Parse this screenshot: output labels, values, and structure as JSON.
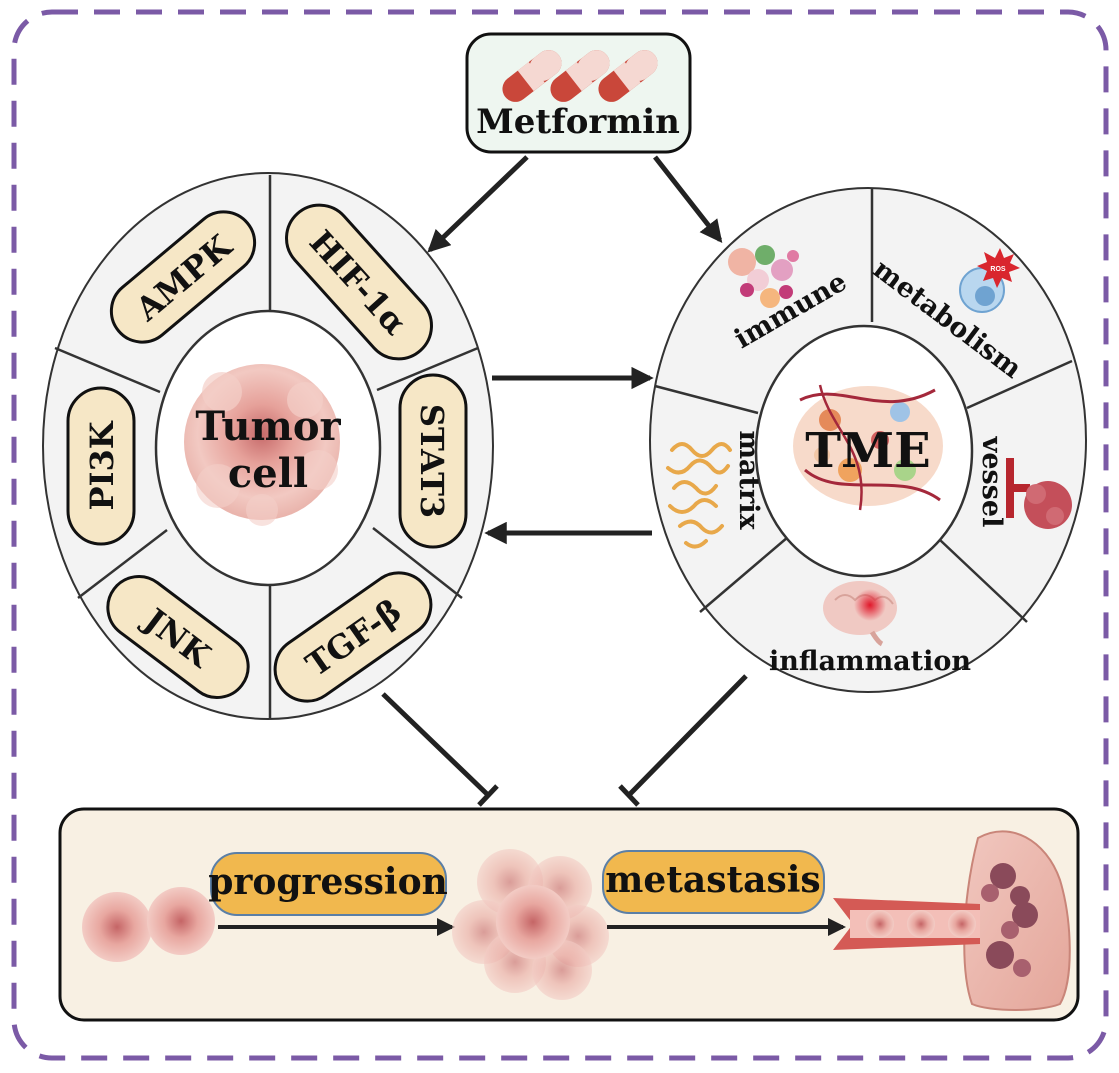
{
  "drug": {
    "label": "Metformin"
  },
  "tumor_cell": {
    "label_line1": "Tumor",
    "label_line2": "cell",
    "pathways": [
      "AMPK",
      "HIF-1α",
      "STAT3",
      "TGF-β",
      "JNK",
      "PI3K"
    ]
  },
  "tme": {
    "label": "TME",
    "components": [
      "immune",
      "metabolism",
      "vessel",
      "inflammation",
      "matrix"
    ],
    "ros_label": "ROS"
  },
  "outcome": {
    "progression_label": "progression",
    "metastasis_label": "metastasis"
  },
  "colors": {
    "frame_dash": "#7b5aa6",
    "pill_fill": "#f6e7c6",
    "outcome_badge": "#f1b84e",
    "outcome_panel": "#f8f0e3",
    "metformin_box": "#eef6f0",
    "capsule_red": "#c9473a",
    "cell_pink": "#e8a39c",
    "arrow": "#222222"
  }
}
